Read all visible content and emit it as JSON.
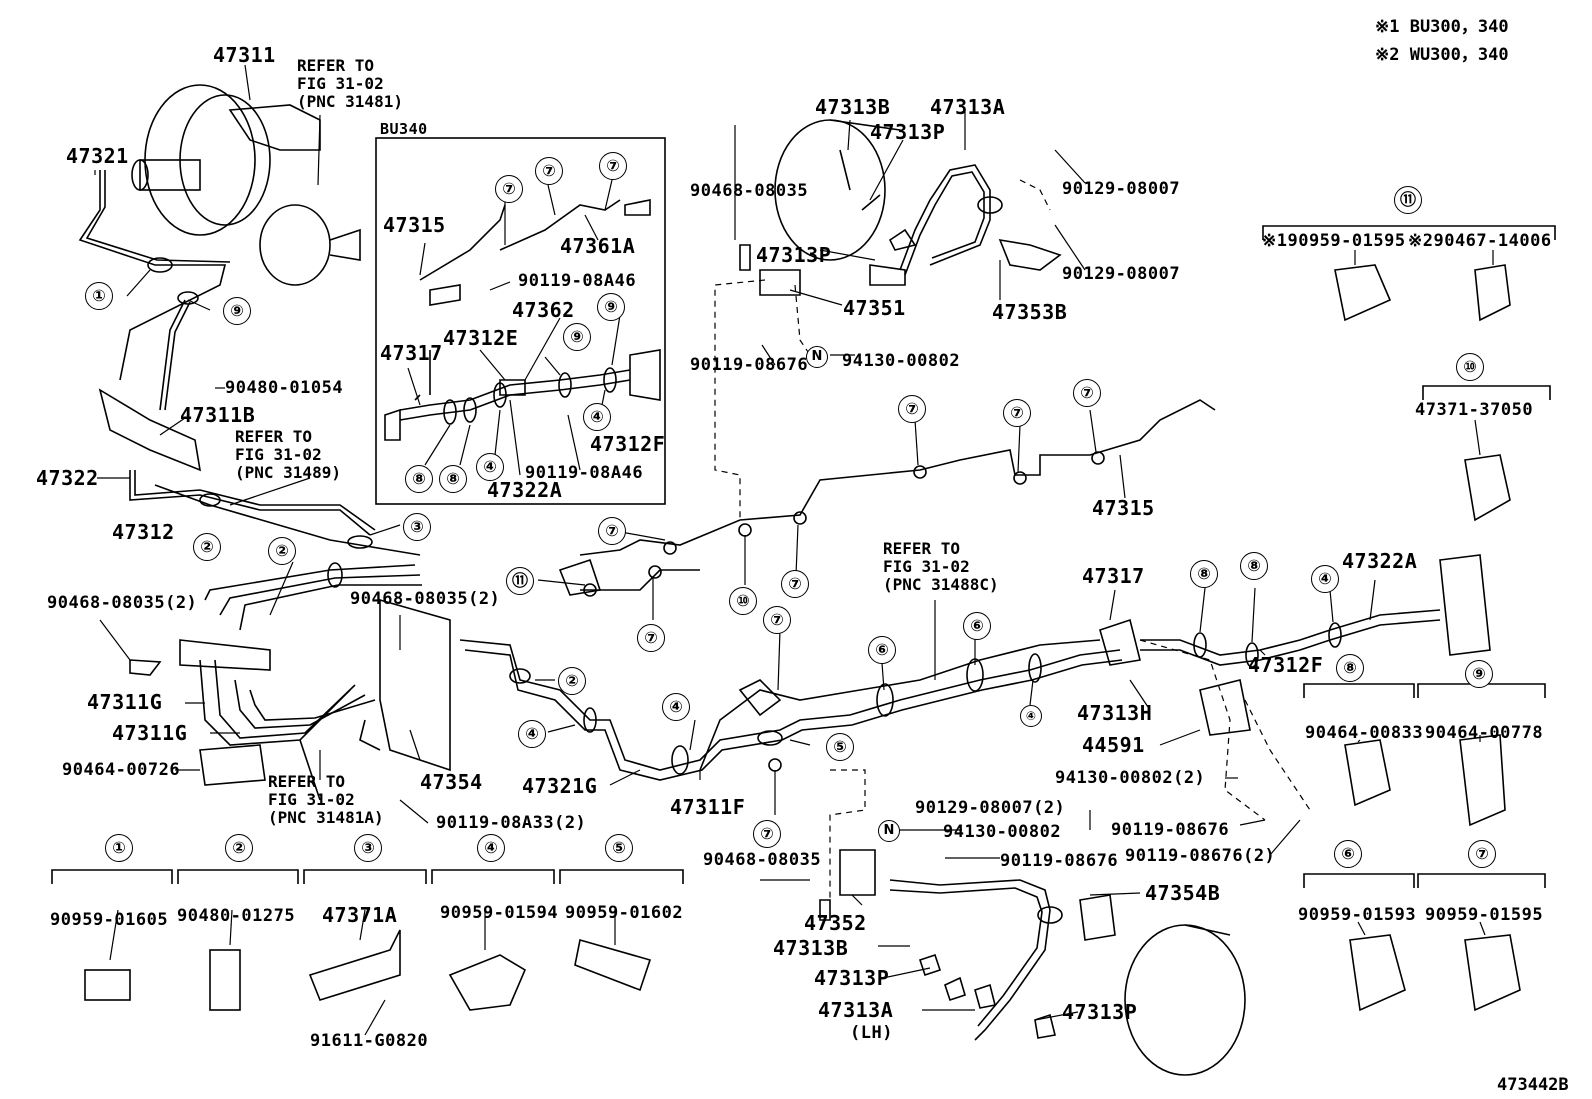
{
  "notes": {
    "n1": "※1 BU300，340",
    "n2": "※2 WU300，340",
    "fig_code": "473442B"
  },
  "box_title": "BU340",
  "refs": {
    "r31481": "REFER TO\nFIG 31-02\n(PNC 31481)",
    "r31489": "REFER TO\nFIG 31-02\n(PNC 31489)",
    "r31481A": "REFER TO\nFIG 31-02\n(PNC 31481A)",
    "r31488C": "REFER TO\nFIG 31-02\n(PNC 31488C)"
  },
  "parts": {
    "p47311": "47311",
    "p47321": "47321",
    "p47311B": "47311B",
    "p47322": "47322",
    "p47312": "47312",
    "p90480_01054": "90480-01054",
    "p90468_08035_2a": "90468-08035(2)",
    "p90468_08035_2b": "90468-08035(2)",
    "p47311G_a": "47311G",
    "p47311G_b": "47311G",
    "p90464_00726": "90464-00726",
    "p47354": "47354",
    "p90119_08A33": "90119-08A33(2)",
    "p47321G": "47321G",
    "p47311F": "47311F",
    "b47315": "47315",
    "b47361A": "47361A",
    "b90119_08A46a": "90119-08A46",
    "b47362": "47362",
    "b47317": "47317",
    "b47312E": "47312E",
    "b47312F": "47312F",
    "b90119_08A46b": "90119-08A46",
    "b47322A": "47322A",
    "p47313B_t": "47313B",
    "p47313A_t": "47313A",
    "p47313P_t1": "47313P",
    "p47313P_t2": "47313P",
    "p90468_08035_t": "90468-08035",
    "p90129_08007_a": "90129-08007",
    "p90129_08007_b": "90129-08007",
    "p47351": "47351",
    "p47353B": "47353B",
    "p90119_08676_t": "90119-08676",
    "p94130_00802_t": "94130-00802",
    "p47315_m": "47315",
    "p47317_m": "47317",
    "p47322A_m": "47322A",
    "p47312F_m": "47312F",
    "p47313H": "47313H",
    "p44591": "44591",
    "p94130_00802_2": "94130-00802(2)",
    "p90129_08007_2": "90129-08007(2)",
    "p94130_00802_b": "94130-00802",
    "p90119_08676_b": "90119-08676",
    "p90119_08676_r": "90119-08676",
    "p90119_08676_2": "90119-08676(2)",
    "p90468_08035_b": "90468-08035",
    "p47352": "47352",
    "p47354B": "47354B",
    "p47313B_b": "47313B",
    "p47313P_b1": "47313P",
    "p47313A_b": "47313A",
    "p_lh": "(LH)",
    "p47313P_b2": "47313P",
    "k1": "90959-01605",
    "k2": "90480-01275",
    "k3": "47371A",
    "k3b": "91611-G0820",
    "k4": "90959-01594",
    "k5": "90959-01602",
    "k11a": "※190959-01595",
    "k11b": "※290467-14006",
    "k10": "47371-37050",
    "k8": "90464-00833",
    "k9": "90464-00778",
    "k6": "90959-01593",
    "k7": "90959-01595"
  },
  "callouts": {
    "c1": "①",
    "c2": "②",
    "c3": "③",
    "c4": "④",
    "c5": "⑤",
    "c6": "⑥",
    "c7": "⑦",
    "c8": "⑧",
    "c9": "⑨",
    "c10": "⑩",
    "c11": "⑪",
    "n": "N"
  }
}
